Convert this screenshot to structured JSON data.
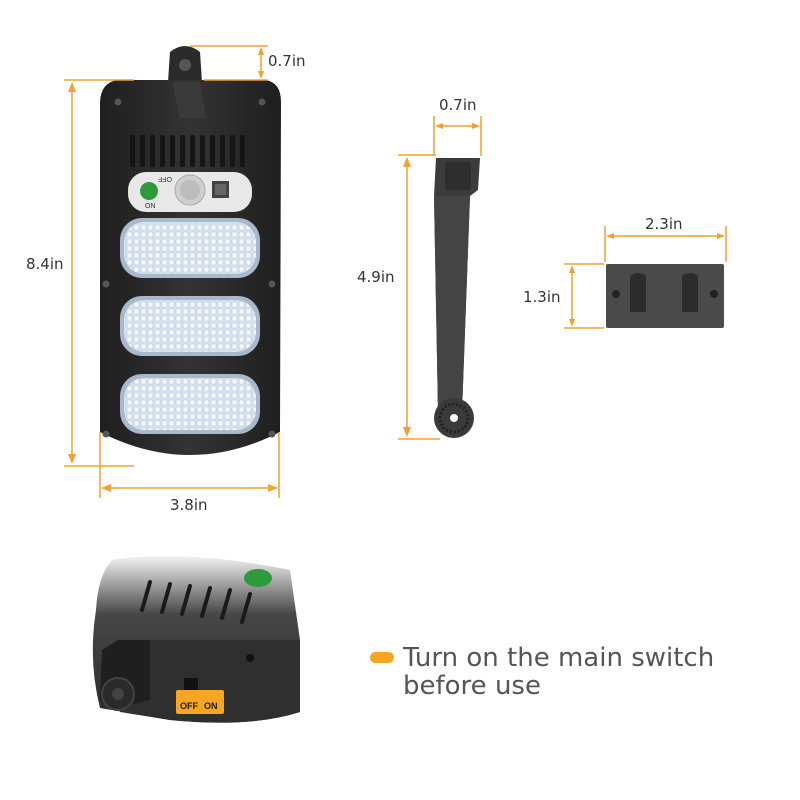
{
  "colors": {
    "dimension_line": "#F0A030",
    "body": "#2b2b2b",
    "led_panel": "#c8d6e8",
    "switch_tag": "#F5A623",
    "bullet": "#F5A623"
  },
  "dimensions": {
    "light_height": "8.4in",
    "light_width": "3.8in",
    "mount_top": "0.7in",
    "arm_width": "0.7in",
    "arm_length": "4.9in",
    "bracket_width": "2.3in",
    "bracket_height": "1.3in"
  },
  "indicator": {
    "off_label": "OFF",
    "on_label": "ON"
  },
  "switch": {
    "off_label": "OFF",
    "on_label": "ON"
  },
  "note": {
    "line1": "Turn on the main switch",
    "line2": "before use"
  }
}
